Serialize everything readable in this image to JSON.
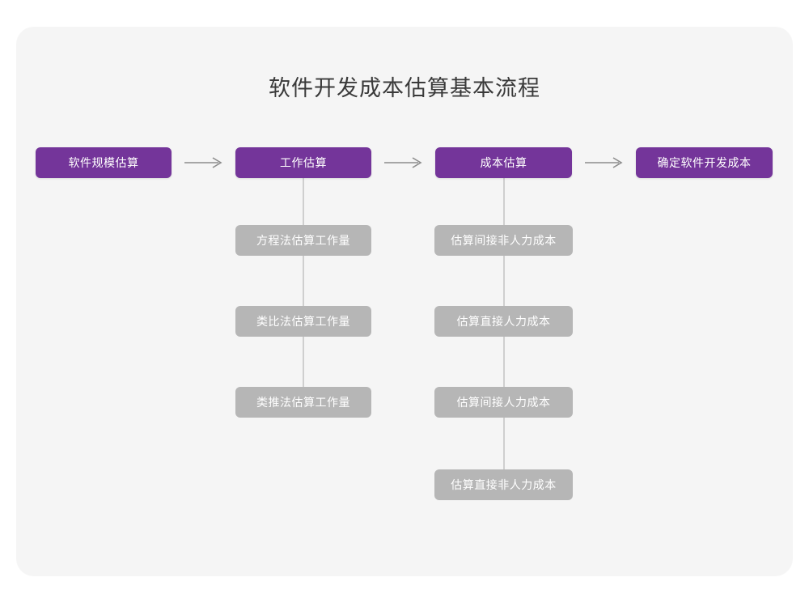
{
  "diagram": {
    "title": "软件开发成本估算基本流程",
    "type": "flowchart",
    "colors": {
      "page_background": "#ffffff",
      "card_background": "#f5f5f5",
      "primary_node": "#74359a",
      "secondary_node": "#b6b6b6",
      "node_text": "#ffffff",
      "title_text": "#3a3a3a",
      "connector": "#cfcfcf",
      "arrow": "#8c8c8c"
    },
    "stages": [
      {
        "id": "stage-1",
        "label": "软件规模估算"
      },
      {
        "id": "stage-2",
        "label": "工作估算"
      },
      {
        "id": "stage-3",
        "label": "成本估算"
      },
      {
        "id": "stage-4",
        "label": "确定软件开发成本"
      }
    ],
    "arrows": [
      {
        "id": "arrow-1",
        "from": "stage-1",
        "to": "stage-2",
        "glyph": "arrow-right-icon"
      },
      {
        "id": "arrow-2",
        "from": "stage-2",
        "to": "stage-3",
        "glyph": "arrow-right-icon"
      },
      {
        "id": "arrow-3",
        "from": "stage-3",
        "to": "stage-4",
        "glyph": "arrow-right-icon"
      }
    ],
    "branches": [
      {
        "id": "branch-work-estimation",
        "parent": "stage-2",
        "items": [
          {
            "label": "方程法估算工作量"
          },
          {
            "label": "类比法估算工作量"
          },
          {
            "label": "类推法估算工作量"
          }
        ]
      },
      {
        "id": "branch-cost-estimation",
        "parent": "stage-3",
        "items": [
          {
            "label": "估算间接非人力成本"
          },
          {
            "label": "估算直接人力成本"
          },
          {
            "label": "估算间接人力成本"
          },
          {
            "label": "估算直接非人力成本"
          }
        ]
      }
    ]
  }
}
